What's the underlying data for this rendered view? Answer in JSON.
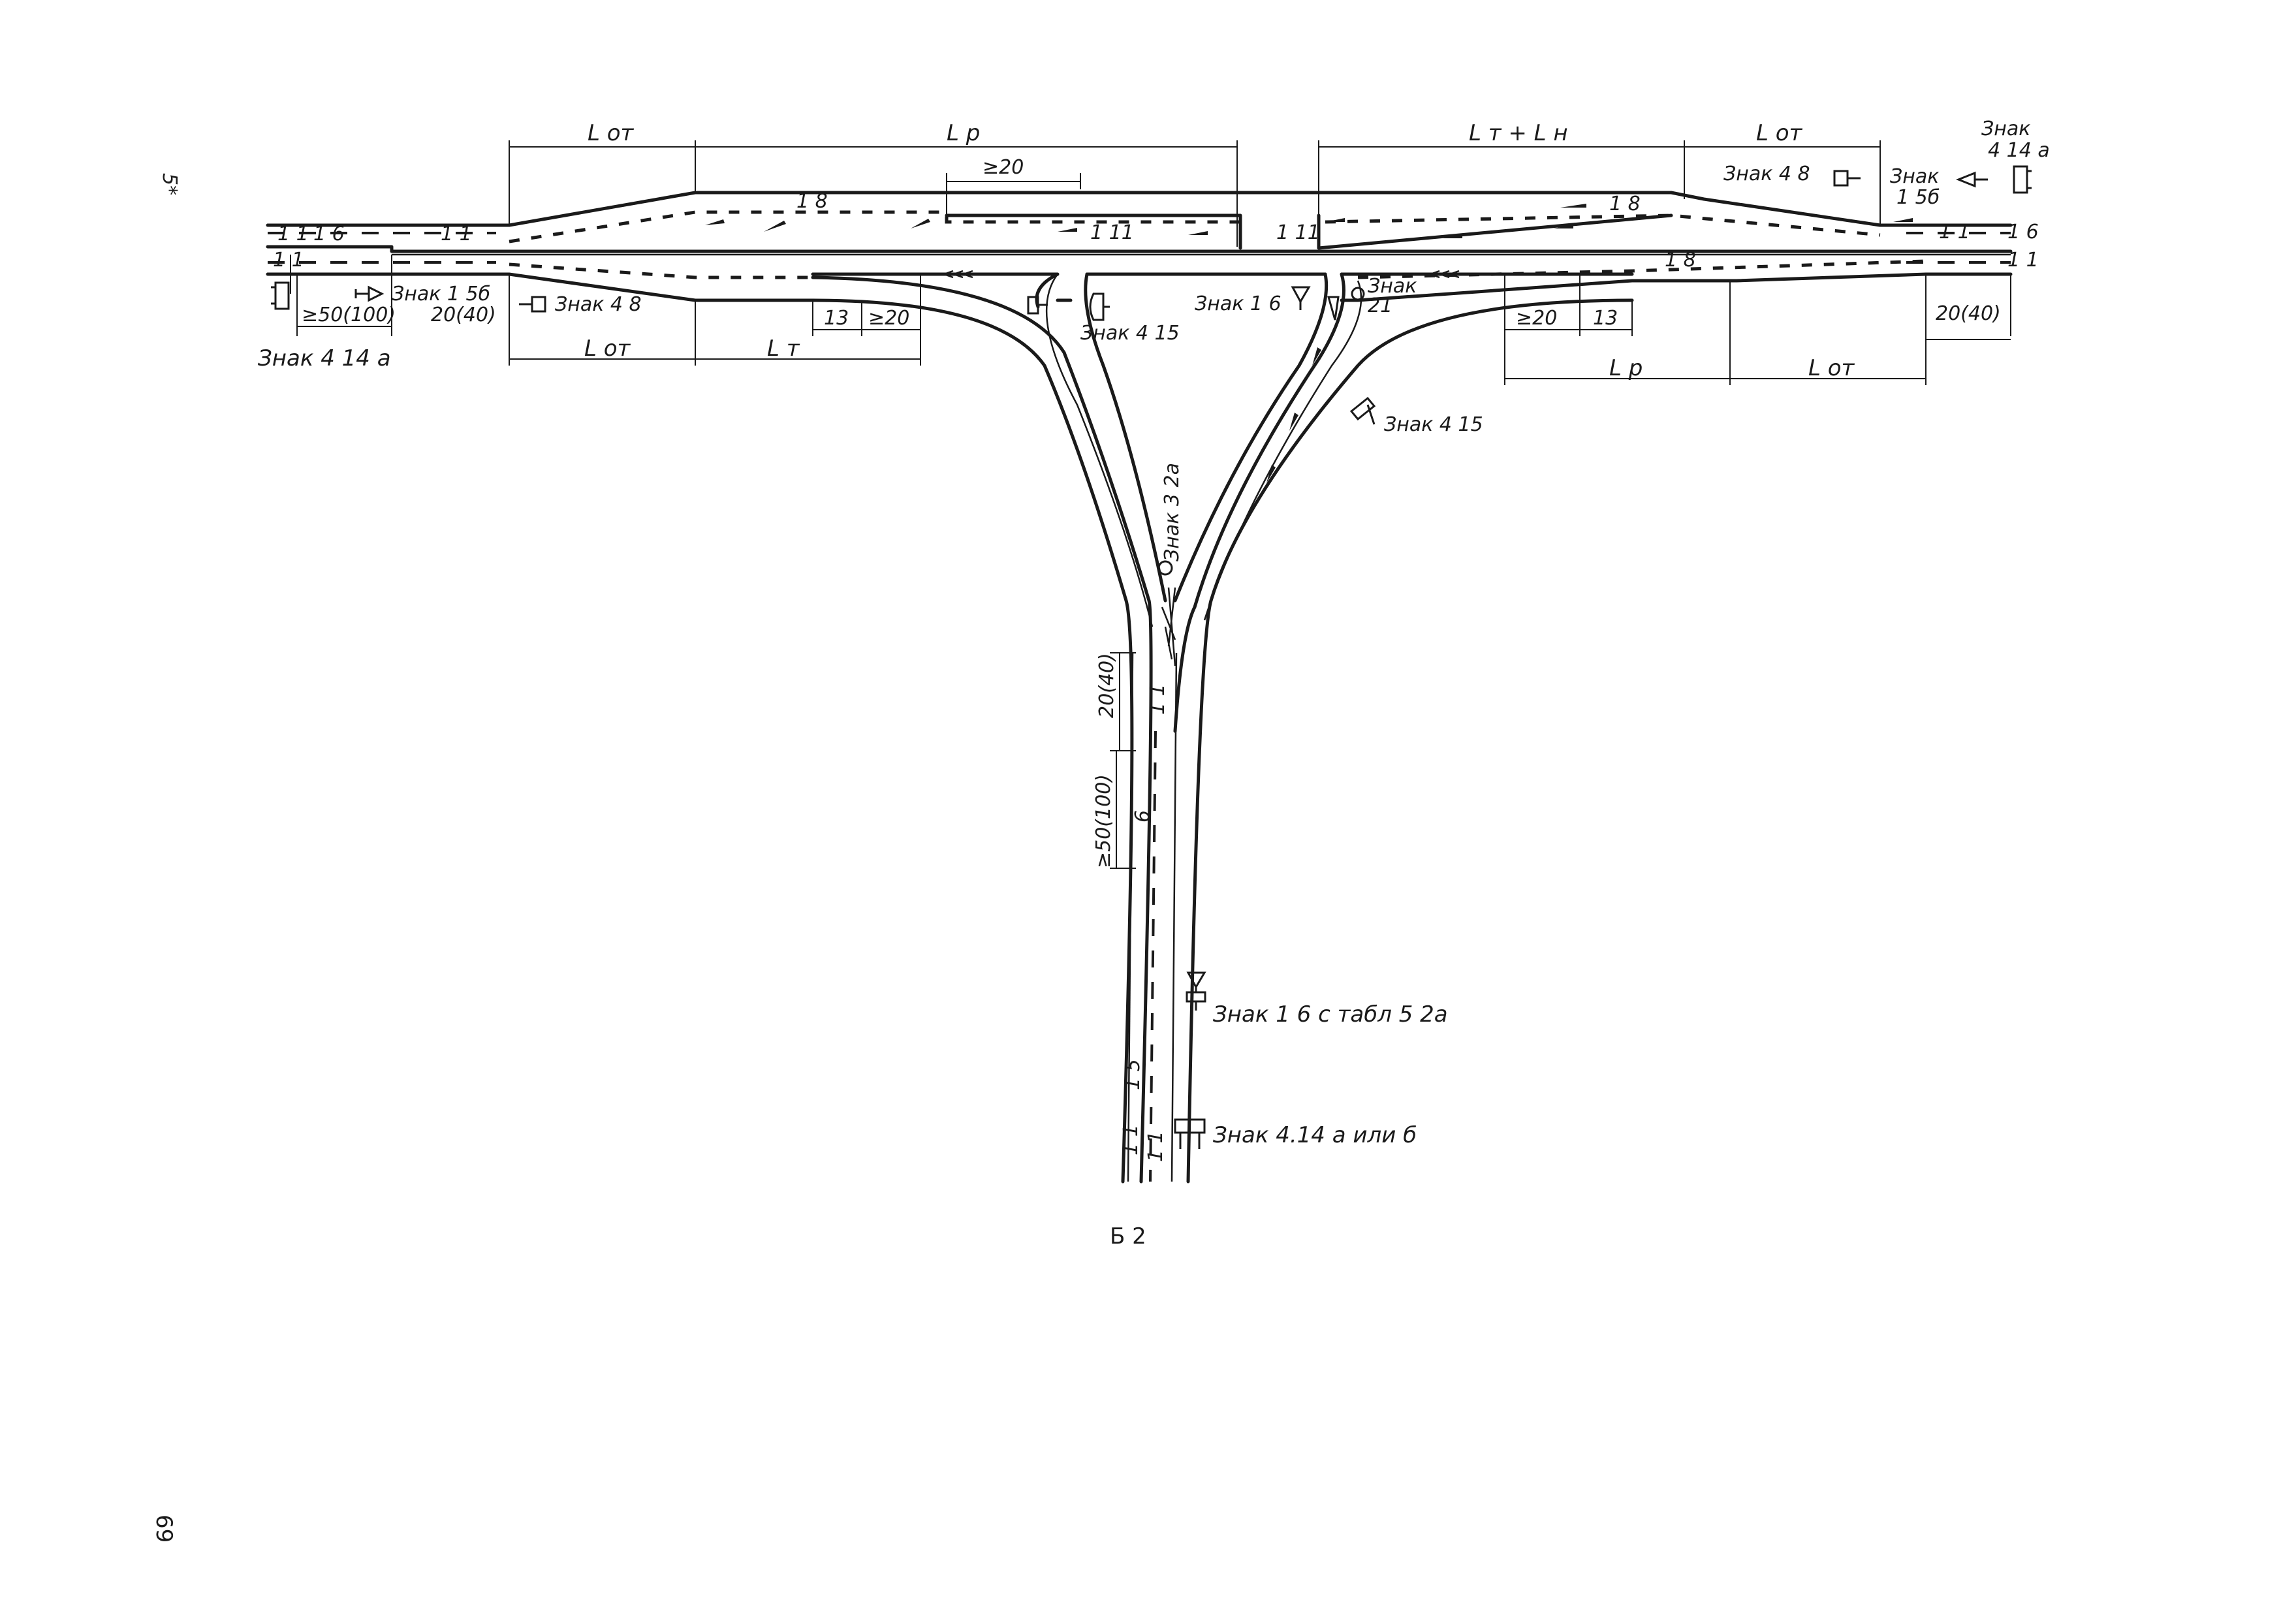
{
  "figure": {
    "caption": "Б 2",
    "page_number": "69",
    "corner_mark": "5*"
  },
  "dimensions": {
    "l_ot_top_left": "L от",
    "l_p_top": "L р",
    "ge20_top": "≥20",
    "lt_plus_lh": "L т + L н",
    "l_ot_top_right": "L от",
    "ge50_left": "≥50(100)",
    "d20_40_left": "20(40)",
    "l_ot_bottom_left": "L от",
    "l_t_bottom": "L т",
    "d13_left": "13",
    "ge20_left": "≥20",
    "ge20_right": "≥20",
    "d13_right": "13",
    "l_p_bottom_right": "L р",
    "l_ot_bottom_right": "L от",
    "d20_40_right": "20(40)",
    "d20_40_stem": "20(40)",
    "ge50_stem": "≥50(100)"
  },
  "markings": {
    "m11_a": "1 1",
    "m16_a": "1 6",
    "m11_b": "1 1",
    "m11_left": "1 1",
    "m18_top": "1 8",
    "m111_a": "1 11",
    "m111_b": "1 11",
    "m18_top_right": "1 8",
    "m11_right": "1 1",
    "m16_right": "1 6",
    "m18_mid": "1 8",
    "m11_far_right": "1 1",
    "m21": "21",
    "m11_stem": "1 1",
    "m6_stem": "6",
    "m15_stem": "1 5",
    "m11_stem_l": "1 1",
    "m11_stem_r": "1 1"
  },
  "signs": {
    "s_414a_left": "Знак 4 14 а",
    "s_15b_left": "Знак 1 5б",
    "s_48_left": "Знак 4 8",
    "s_415_left": "Знак 4 15",
    "s_16_mid": "Знак 1 6",
    "s_21": "Знак",
    "s_32a": "Знак 3 2а",
    "s_415_right": "Знак 4 15",
    "s_48_right": "Знак 4 8",
    "s_15b_right_a": "Знак",
    "s_15b_right_b": "1 5б",
    "s_414a_right_a": "Знак",
    "s_414a_right_b": "4 14 а",
    "s_16_tabl": "Знак 1 6 с табл 5 2а",
    "s_414ab": "Знак 4.14 а или б"
  }
}
